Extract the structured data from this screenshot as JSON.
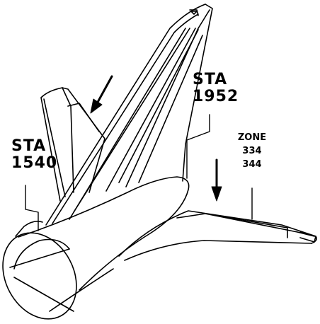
{
  "labels": {
    "sta_1540": {
      "line1": "STA",
      "line2": "1540"
    },
    "sta_1952": {
      "line1": "STA",
      "line2": "1952"
    },
    "zone": {
      "title": "ZONE",
      "codes": [
        "334",
        "344"
      ]
    }
  },
  "colors": {
    "ink": "#000000",
    "paper": "#ffffff"
  }
}
